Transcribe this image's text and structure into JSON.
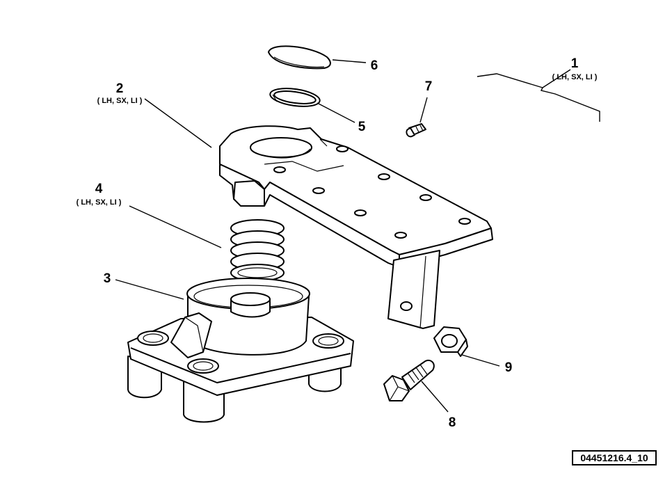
{
  "callouts": [
    {
      "num": "1",
      "sub": "( LH, SX, LI )"
    },
    {
      "num": "2",
      "sub": "( LH, SX, LI )"
    },
    {
      "num": "3",
      "sub": ""
    },
    {
      "num": "4",
      "sub": "( LH, SX, LI )"
    },
    {
      "num": "5",
      "sub": ""
    },
    {
      "num": "6",
      "sub": ""
    },
    {
      "num": "7",
      "sub": ""
    },
    {
      "num": "8",
      "sub": ""
    },
    {
      "num": "9",
      "sub": ""
    }
  ],
  "reference": "04451216.4_10"
}
